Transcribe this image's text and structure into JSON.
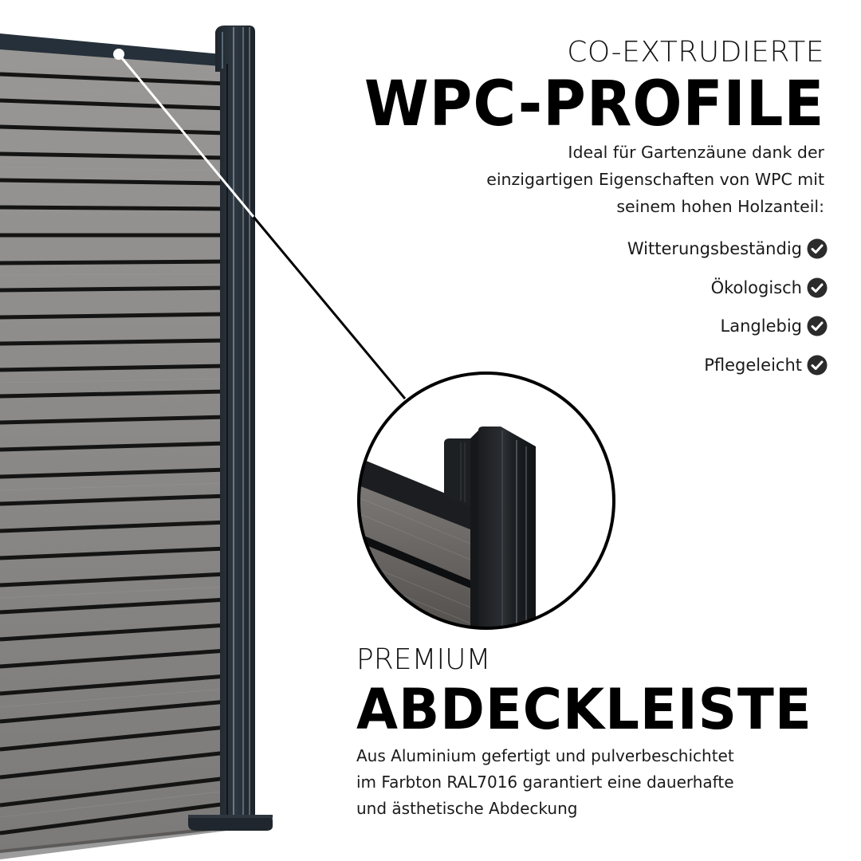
{
  "header": {
    "eyebrow": "CO-EXTRUDIERTE",
    "title": "WPC-PROFILE",
    "intro_lines": [
      "Ideal für Gartenzäune dank der",
      "einzigartigen Eigenschaften von WPC mit",
      "seinem hohen Holzanteil:"
    ]
  },
  "features": [
    {
      "label": "Witterungsbeständig",
      "icon": "check-circle-icon"
    },
    {
      "label": "Ökologisch",
      "icon": "check-circle-icon"
    },
    {
      "label": "Langlebig",
      "icon": "check-circle-icon"
    },
    {
      "label": "Pflegeleicht",
      "icon": "check-circle-icon"
    }
  ],
  "detail": {
    "eyebrow": "PREMIUM",
    "title": "ABDECKLEISTE",
    "desc_lines": [
      "Aus Aluminium gefertigt und pulverbeschichtet",
      "im Farbton RAL7016 garantiert eine dauerhafte",
      "und ästhetische Abdeckung"
    ]
  },
  "colors": {
    "background": "#ffffff",
    "slat": "#8a8886",
    "slat_gap": "#141414",
    "frame_anthracite": "#2a323a",
    "post_highlight": "#8fa4b6",
    "check_icon": "#2b2b2b",
    "text": "#111111"
  }
}
